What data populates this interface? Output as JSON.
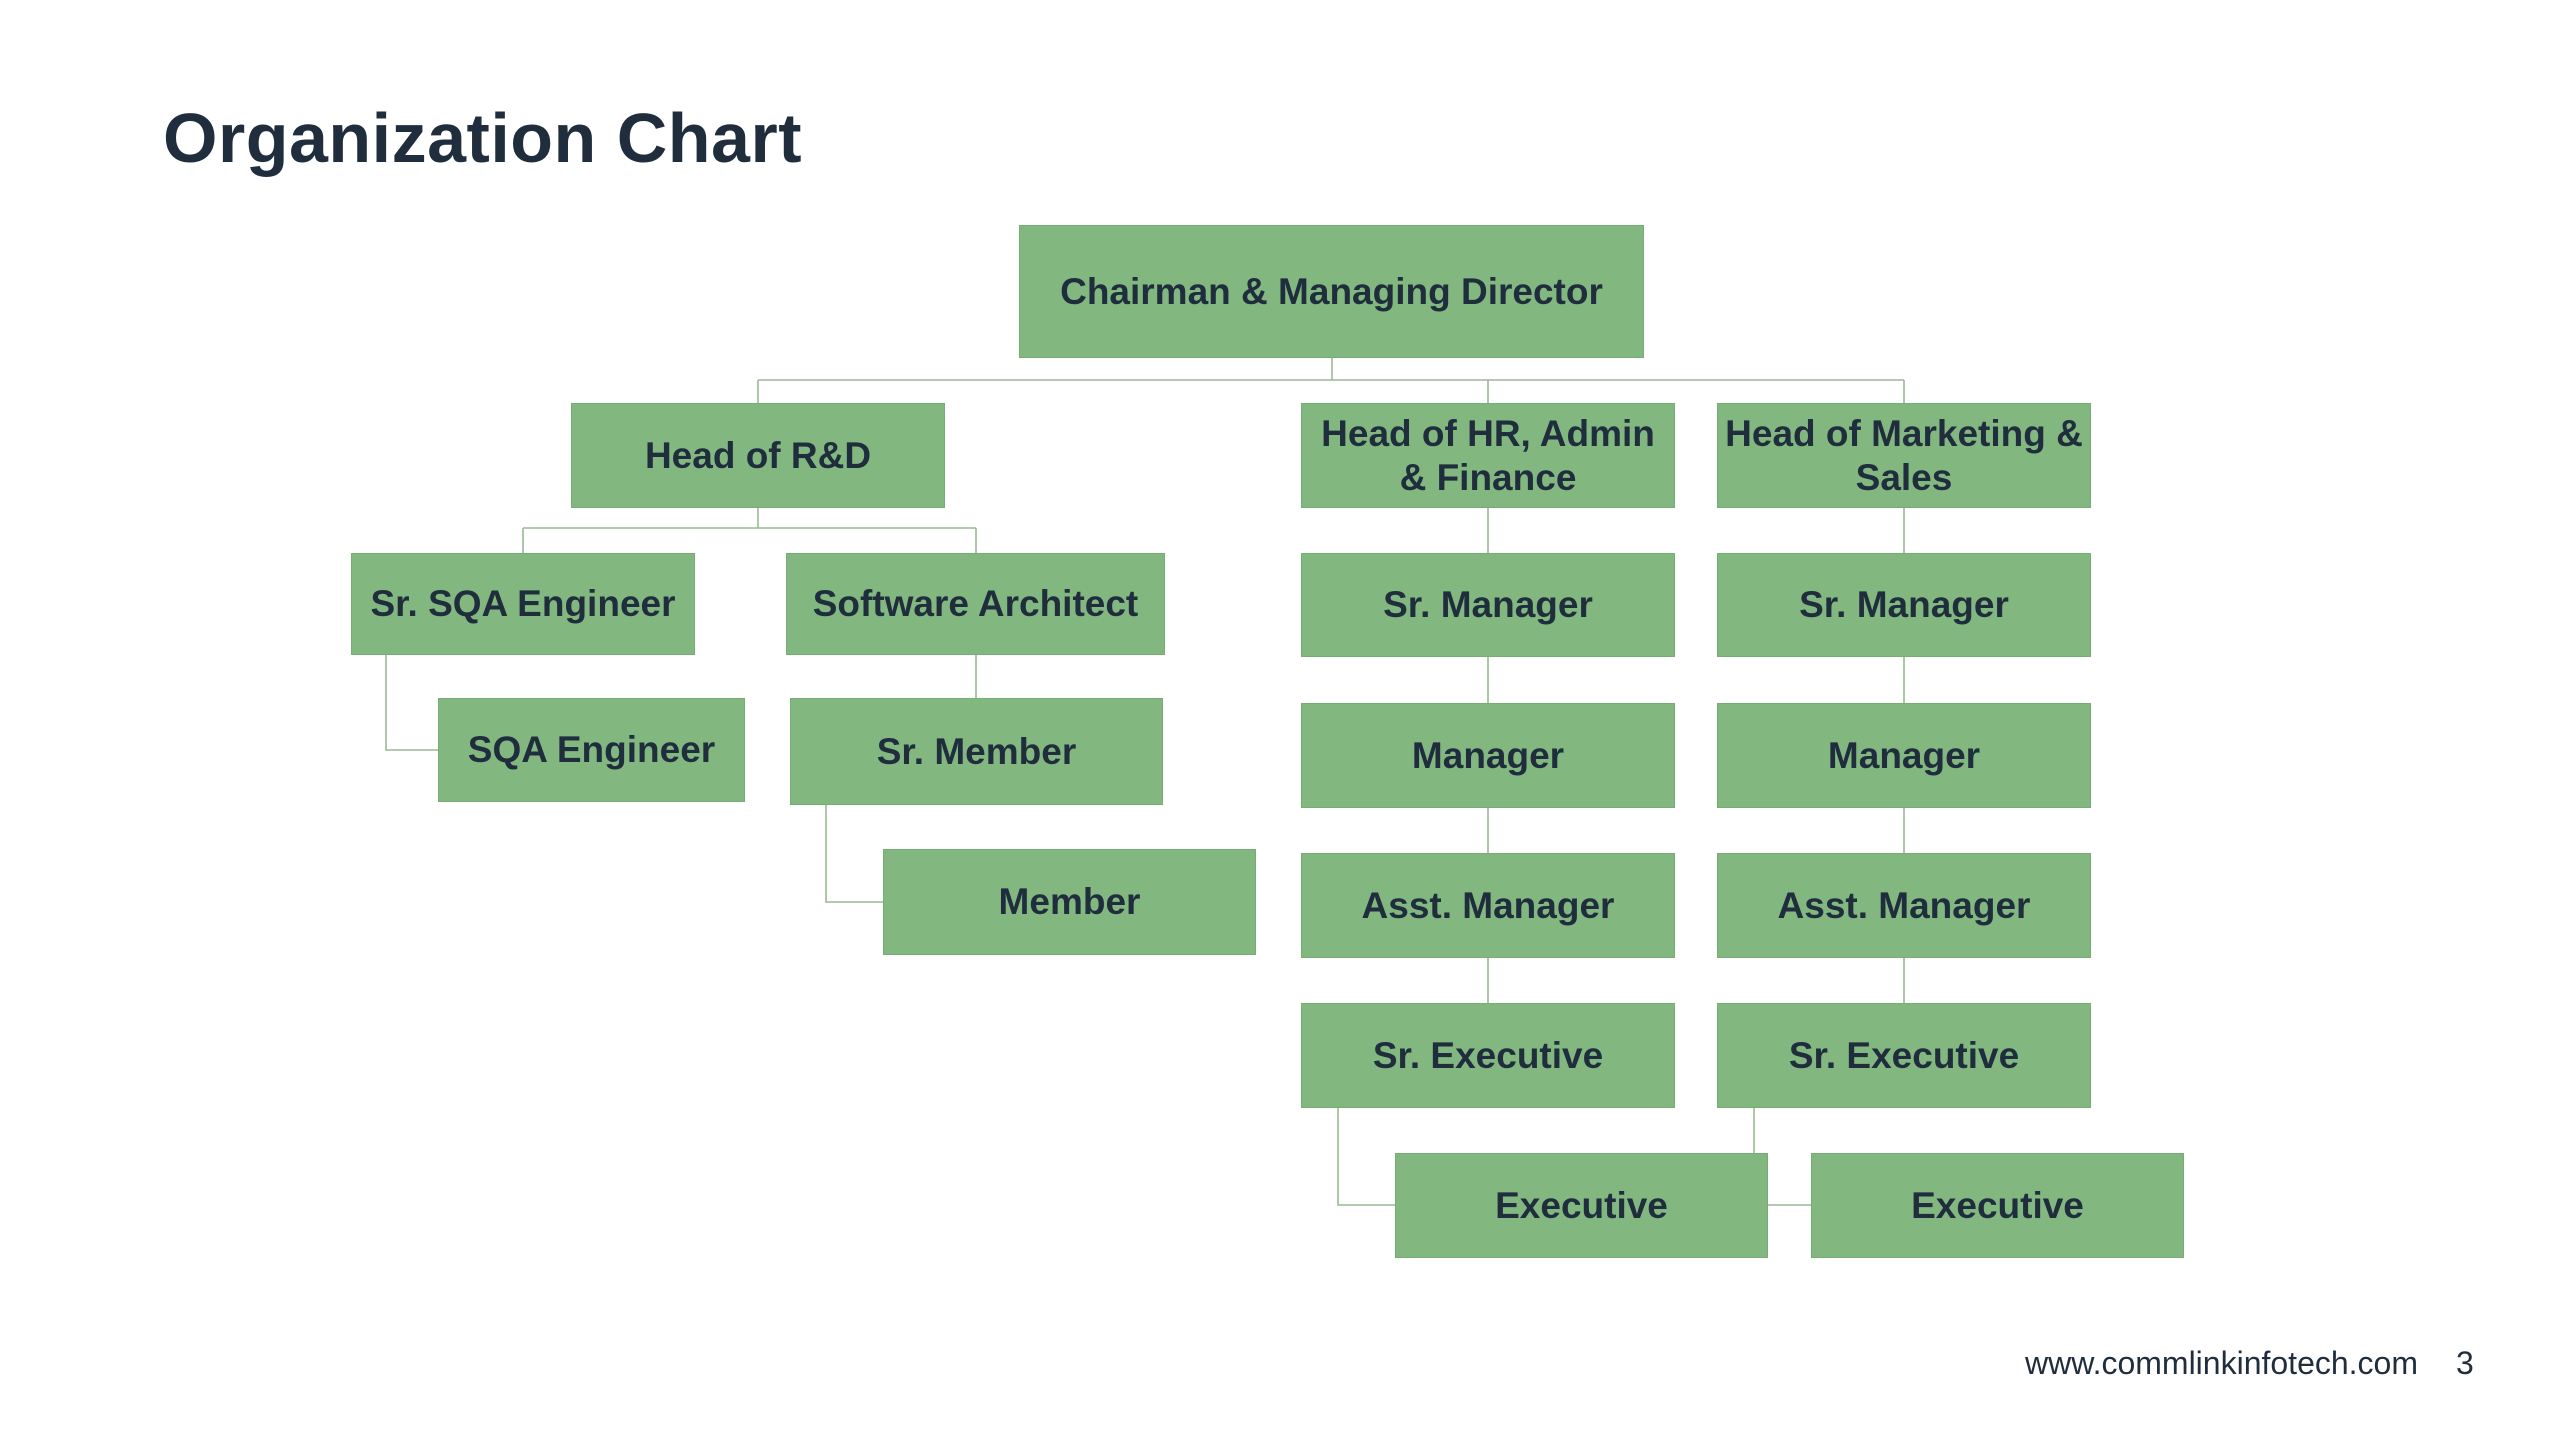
{
  "title": "Organization Chart",
  "colors": {
    "node_fill": "#82b880",
    "connector": "#9ab996",
    "text": "#1f2d3d"
  },
  "nodes": {
    "chairman": "Chairman & Managing Director",
    "head_rnd": "Head of R&D",
    "head_hr": "Head of HR, Admin & Finance",
    "head_marketing": "Head of Marketing & Sales",
    "sr_sqa_engineer": "Sr. SQA Engineer",
    "sqa_engineer": "SQA Engineer",
    "software_architect": "Software Architect",
    "sr_member": "Sr. Member",
    "member": "Member",
    "hr_sr_manager": "Sr. Manager",
    "hr_manager": "Manager",
    "hr_asst_manager": "Asst. Manager",
    "hr_sr_executive": "Sr. Executive",
    "hr_executive": "Executive",
    "mkt_sr_manager": "Sr. Manager",
    "mkt_manager": "Manager",
    "mkt_asst_manager": "Asst. Manager",
    "mkt_sr_executive": "Sr. Executive",
    "mkt_executive": "Executive"
  },
  "footer": {
    "url": "www.commlinkinfotech.com",
    "page": "3"
  }
}
